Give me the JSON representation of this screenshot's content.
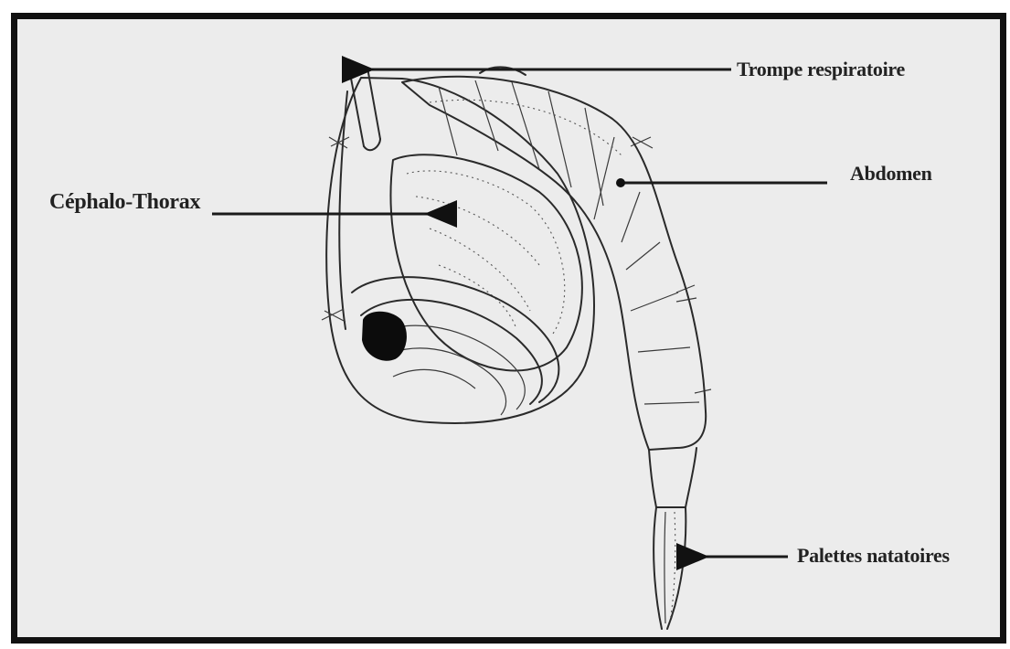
{
  "labels": {
    "trompe": "Trompe respiratoire",
    "abdomen": "Abdomen",
    "cephalo": "Céphalo-Thorax",
    "palettes": "Palettes natatoires"
  },
  "colors": {
    "background": "#ececec",
    "border": "#111111",
    "ink": "#2a2a2a"
  }
}
